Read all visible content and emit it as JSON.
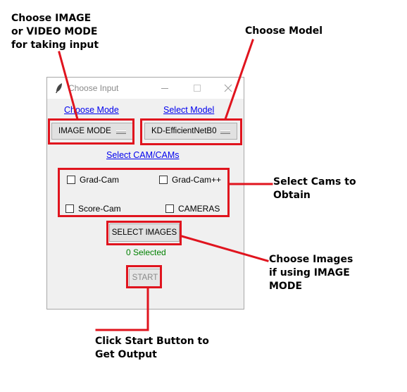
{
  "window": {
    "title": "Choose Input",
    "links": {
      "choose_mode": "Choose Mode",
      "select_model": "Select Model",
      "select_cams": "Select CAM/CAMs"
    },
    "mode_menu": {
      "selected": "IMAGE MODE"
    },
    "model_menu": {
      "selected": "KD-EfficientNetB0"
    },
    "cams": [
      {
        "label": "Grad-Cam",
        "checked": false
      },
      {
        "label": "Grad-Cam++",
        "checked": false
      },
      {
        "label": "Score-Cam",
        "checked": false
      },
      {
        "label": "CAMERAS",
        "checked": false
      }
    ],
    "select_images_label": "SELECT IMAGES",
    "selected_status": "0 Selected",
    "start_label": "START"
  },
  "annotations": {
    "mode": [
      "Choose IMAGE",
      "or VIDEO MODE",
      "for taking input"
    ],
    "model": [
      "Choose Model"
    ],
    "cams": [
      "Select Cams to",
      "Obtain"
    ],
    "images": [
      "Choose Images",
      "if using IMAGE",
      "MODE"
    ],
    "start": [
      "Click Start Button to",
      "Get Output"
    ]
  },
  "colors": {
    "highlight": "#e0141e",
    "link": "#0000ee",
    "status": "#008000",
    "window_bg": "#f0f0f0"
  },
  "icons": [
    "feather-icon",
    "minimize-icon",
    "maximize-icon",
    "close-icon"
  ]
}
